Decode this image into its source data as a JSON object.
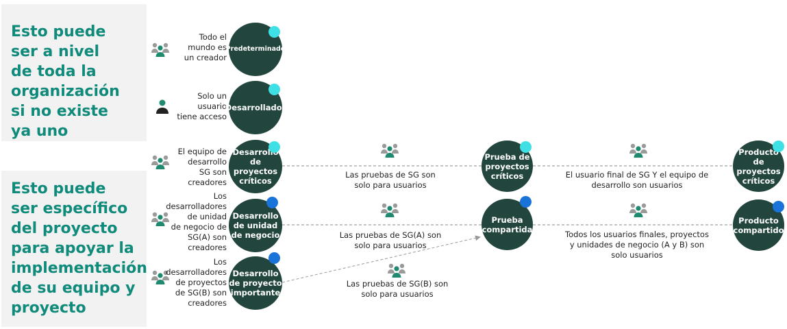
{
  "colors": {
    "node_fill": "#22463d",
    "accent_cyan": "#3ee0e6",
    "accent_blue": "#1a73d8",
    "panel_bg": "#f2f2f2",
    "panel_text": "#108a7a",
    "icon_green": "#1f8a70",
    "icon_grey": "#9a9a9a"
  },
  "panels": {
    "org": "Esto puede\nser a nivel\nde toda la\norganización\nsi no existe\nya uno",
    "project": "Esto puede\nser específico\ndel proyecto\npara apoyar la\nimplementación\nde su equipo y\nproyecto"
  },
  "rows": [
    {
      "label": "Todo el\nmundo es\nun creador",
      "icon": "group-icon",
      "node": "Predeterminado",
      "dot": "cyan"
    },
    {
      "label": "Solo un\nusuario\ntiene acceso",
      "icon": "person-icon",
      "node": "Desarrollador",
      "dot": "cyan"
    },
    {
      "label": "El equipo de\ndesarrollo\nSG son\ncreadores",
      "icon": "group-icon",
      "node": "Desarrollo\nde proyectos\ncríticos",
      "dot": "cyan"
    },
    {
      "label": "Los\ndesarrolladores\nde unidad\nde negocio de\nSG(A) son\ncreadores",
      "icon": "group-icon",
      "node": "Desarrollo\nde unidad\nde negocio",
      "dot": "blue"
    },
    {
      "label": "Los\ndesarrolladores\nde proyectos\nde SG(B) son\ncreadores",
      "icon": "group-icon",
      "node": "Desarrollo\nde proyecto\nimportante",
      "dot": "blue"
    }
  ],
  "mid_nodes": [
    {
      "text": "Prueba de\nproyectos\ncríticos",
      "dot": "cyan"
    },
    {
      "text": "Prueba\ncompartida",
      "dot": "blue"
    }
  ],
  "end_nodes": [
    {
      "text": "Producto de\nproyectos\ncríticos",
      "dot": "cyan"
    },
    {
      "text": "Producto\ncompartido",
      "dot": "blue"
    }
  ],
  "captions": {
    "test_critical": "Las pruebas de SG son\nsolo para usuarios",
    "test_shared_a": "Las pruebas de SG(A) son\nsolo para usuarios",
    "test_shared_b": "Las pruebas de SG(B) son\nsolo para usuarios",
    "prod_critical": "El usuario final de SG Y el equipo de\ndesarrollo son usuarios",
    "prod_shared": "Todos los usuarios finales, proyectos\ny unidades de negocio (A y B) son\nsolo usuarios"
  }
}
